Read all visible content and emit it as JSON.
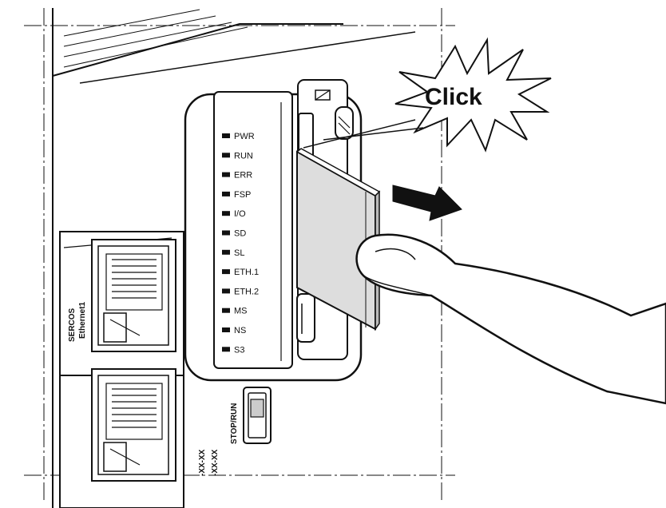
{
  "callout": {
    "text": "Click"
  },
  "leds": [
    "PWR",
    "RUN",
    "ERR",
    "FSP",
    "I/O",
    "SD",
    "SL",
    "ETH.1",
    "ETH.2",
    "MS",
    "NS",
    "S3"
  ],
  "ports": {
    "group_label": "SERCOS",
    "port1_label": "Ethernet1"
  },
  "switch": {
    "label": "STOP/RUN"
  },
  "part_codes": [
    "-XX-XX",
    "-XX-XX"
  ],
  "colors": {
    "line": "#111111",
    "card": "#dddddd",
    "arrow": "#111111",
    "background": "#ffffff"
  },
  "icons": [
    "sd-card-slot-icon",
    "insert-arrow-icon",
    "finger-icon",
    "click-burst-icon"
  ]
}
